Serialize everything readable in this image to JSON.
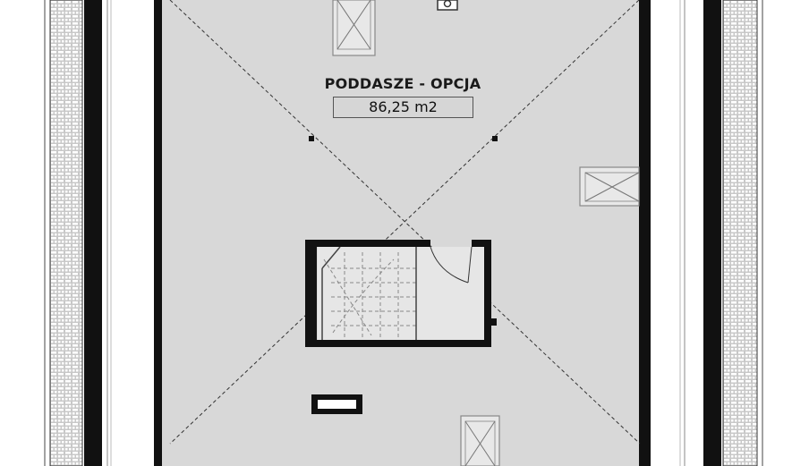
{
  "floor_plan": {
    "room_title": "PODDASZE - OPCJA",
    "room_area": "86,25 m2"
  },
  "colors": {
    "floor": "#d8d8d8",
    "wall": "#111111",
    "line": "#333333",
    "background": "#ffffff"
  },
  "icons": [
    "brick-hatch-pattern",
    "skylight-symbol",
    "chimney-symbol",
    "staircase-symbol",
    "door-swing-symbol"
  ]
}
